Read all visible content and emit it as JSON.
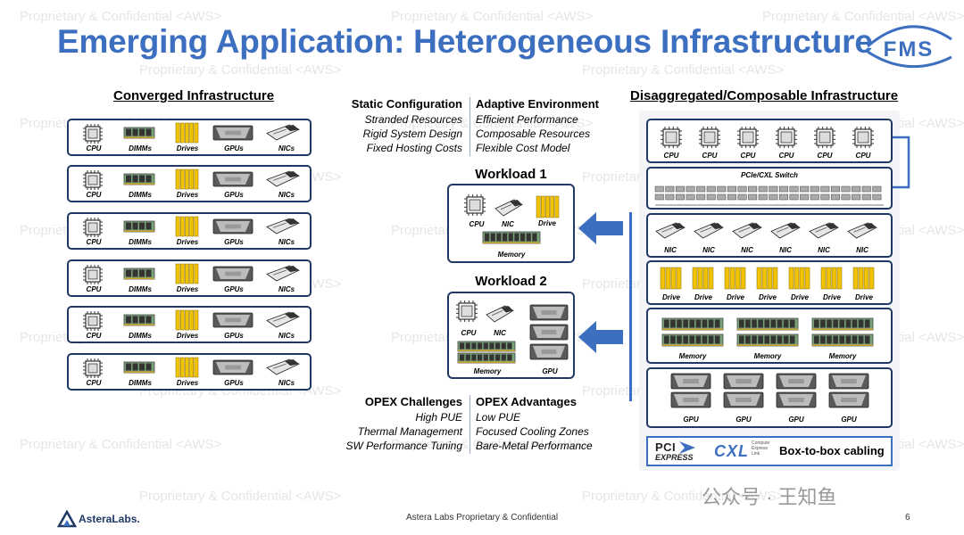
{
  "watermark": "Proprietary & Confidential <AWS>",
  "title": "Emerging Application: Heterogeneous Infrastructure",
  "logo": {
    "name": "FMS",
    "color": "#3d6fc1"
  },
  "converged": {
    "heading": "Converged Infrastructure",
    "labels": [
      "CPU",
      "DIMMs",
      "Drives",
      "GPUs",
      "NICs"
    ],
    "rack_count": 6
  },
  "comparison": {
    "static_head": "Static Configuration",
    "static_items": [
      "Stranded Resources",
      "Rigid System Design",
      "Fixed Hosting Costs"
    ],
    "adaptive_head": "Adaptive Environment",
    "adaptive_items": [
      "Efficient Performance",
      "Composable Resources",
      "Flexible Cost Model"
    ]
  },
  "workload1": {
    "title": "Workload 1",
    "labels": [
      "CPU",
      "NIC",
      "Drive",
      "Memory"
    ]
  },
  "workload2": {
    "title": "Workload 2",
    "labels": [
      "CPU",
      "NIC",
      "Memory",
      "GPU"
    ]
  },
  "opex": {
    "challenges_head": "OPEX Challenges",
    "challenges": [
      "High PUE",
      "Thermal Management",
      "SW Performance Tuning"
    ],
    "advantages_head": "OPEX Advantages",
    "advantages": [
      "Low PUE",
      "Focused Cooling Zones",
      "Bare-Metal Performance"
    ]
  },
  "disaggregated": {
    "heading": "Disaggregated/Composable Infrastructure",
    "cpu_label": "CPU",
    "switch_label": "PCIe/CXL Switch",
    "nic_label": "NIC",
    "drive_label": "Drive",
    "memory_label": "Memory",
    "gpu_label": "GPU",
    "cabling": {
      "pci_top": "PCI",
      "pci_bottom": "EXPRESS",
      "cxl": "CXL",
      "cxl_sub": [
        "Compute",
        "Express",
        "Link"
      ],
      "label": "Box-to-box cabling"
    }
  },
  "colors": {
    "accent": "#3d6fc1",
    "box_border": "#1f3864",
    "drive": "#f2c300",
    "arrow": "#3d6fc1"
  },
  "footer": {
    "text": "Astera Labs Proprietary & Confidential",
    "page": "6",
    "company": "AsteraLabs."
  },
  "wechat": "公众号 · 王知鱼"
}
